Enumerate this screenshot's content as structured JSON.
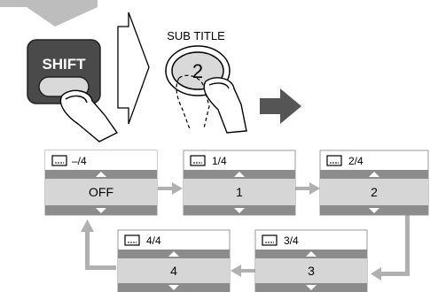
{
  "shift_button": {
    "label": "SHIFT"
  },
  "subtitle_button": {
    "caption": "SUB TITLE",
    "label": "2"
  },
  "states": [
    {
      "header": "–/4",
      "value": "OFF"
    },
    {
      "header": "1/4",
      "value": "1"
    },
    {
      "header": "2/4",
      "value": "2"
    },
    {
      "header": "3/4",
      "value": "3"
    },
    {
      "header": "4/4",
      "value": "4"
    }
  ],
  "colors": {
    "arrow_gray": "#b0b0b0",
    "box_top": "#8c8c8c",
    "box_value_bg": "#d6d6d6",
    "dark_button": "#4a4a4a",
    "right_arrow": "#555555"
  }
}
